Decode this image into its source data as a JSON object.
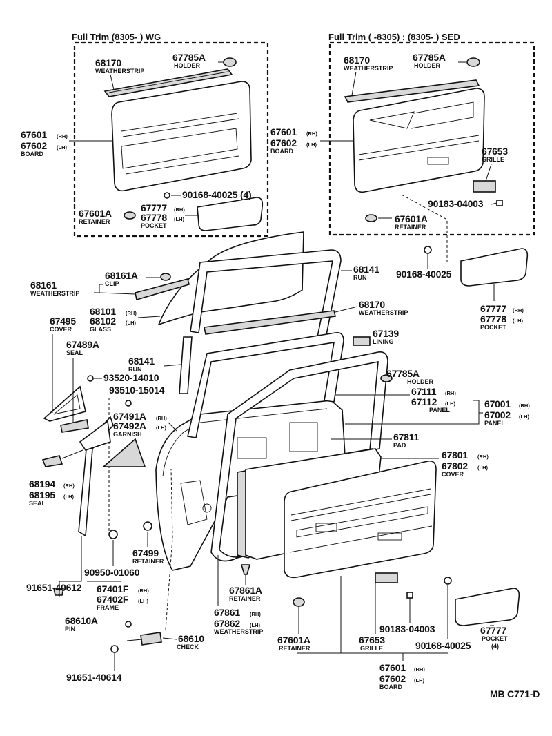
{
  "headers": {
    "wg": "Full Trim (8305-        ) WG",
    "sed": "Full Trim (        -8305) ; (8305-        ) SED"
  },
  "wg_box": {
    "weatherstrip": {
      "num": "68170",
      "name": "WEATHERSTRIP"
    },
    "holder": {
      "num": "67785A",
      "name": "HOLDER"
    },
    "board": {
      "num1": "67601",
      "sfx1": "(RH)",
      "num2": "67602",
      "sfx2": "(LH)",
      "name": "BOARD"
    },
    "screw": {
      "num": "90168-40025 (4)"
    },
    "retainer": {
      "num": "67601A",
      "name": "RETAINER"
    },
    "pocket": {
      "num1": "67777",
      "sfx1": "(RH)",
      "num2": "67778",
      "sfx2": "(LH)",
      "name": "POCKET"
    }
  },
  "sed_box": {
    "weatherstrip": {
      "num": "68170",
      "name": "WEATHERSTRIP"
    },
    "holder": {
      "num": "67785A",
      "name": "HOLDER"
    },
    "board": {
      "num1": "67601",
      "sfx1": "(RH)",
      "num2": "67602",
      "sfx2": "(LH)",
      "name": "BOARD"
    },
    "grille": {
      "num": "67653",
      "name": "GRILLE"
    },
    "clip": {
      "num": "90183-04003"
    },
    "retainer": {
      "num": "67601A",
      "name": "RETAINER"
    }
  },
  "main": {
    "screw_pocket": {
      "num": "90168-40025"
    },
    "pocket_right": {
      "num1": "67777",
      "sfx1": "(RH)",
      "num2": "67778",
      "sfx2": "(LH)",
      "name": "POCKET"
    },
    "clip": {
      "num": "68161A",
      "name": "CLIP"
    },
    "weatherstrip_outer": {
      "num": "68161",
      "name": "WEATHERSTRIP"
    },
    "run_top": {
      "num": "68141",
      "name": "RUN"
    },
    "glass": {
      "num1": "68101",
      "sfx1": "(RH)",
      "num2": "68102",
      "sfx2": "(LH)",
      "name": "GLASS"
    },
    "weatherstrip_inner": {
      "num": "68170",
      "name": "WEATHERSTRIP"
    },
    "cover_mirror": {
      "num": "67495",
      "name": "COVER"
    },
    "seal_mirror": {
      "num": "67489A",
      "name": "SEAL"
    },
    "lining": {
      "num": "67139",
      "name": "LINING"
    },
    "run_side": {
      "num": "68141",
      "name": "RUN"
    },
    "holder": {
      "num": "67785A",
      "name": "HOLDER"
    },
    "screw1": {
      "num": "93520-14010"
    },
    "screw2": {
      "num": "93510-15014"
    },
    "panel_inner": {
      "num1": "67111",
      "sfx1": "(RH)",
      "num2": "67112",
      "sfx2": "(LH)",
      "name": "PANEL"
    },
    "panel_outer": {
      "num1": "67001",
      "sfx1": "(RH)",
      "num2": "67002",
      "sfx2": "(LH)",
      "name": "PANEL"
    },
    "garnish": {
      "num1": "67491A",
      "sfx1": "(RH)",
      "num2": "67492A",
      "sfx2": "(LH)",
      "name": "GARNISH"
    },
    "pad": {
      "num": "67811",
      "name": "PAD"
    },
    "cover_door": {
      "num1": "67801",
      "sfx1": "(RH)",
      "num2": "67802",
      "sfx2": "(LH)",
      "name": "COVER"
    },
    "seal_corner": {
      "num1": "68194",
      "sfx1": "(RH)",
      "num2": "68195",
      "sfx2": "(LH)",
      "name": "SEAL"
    },
    "retainer_small": {
      "num": "67499",
      "name": "RETAINER"
    },
    "plug": {
      "num": "90950-01060"
    },
    "bolt1": {
      "num": "91651-40612"
    },
    "frame": {
      "num1": "67401F",
      "sfx1": "(RH)",
      "num2": "67402F",
      "sfx2": "(LH)",
      "name": "FRAME"
    },
    "retainer_ws": {
      "num": "67861A",
      "name": "RETAINER"
    },
    "weatherstrip_door": {
      "num1": "67861",
      "sfx1": "(RH)",
      "num2": "67862",
      "sfx2": "(LH)",
      "name": "WEATHERSTRIP"
    },
    "pin": {
      "num": "68610A",
      "name": "PIN"
    },
    "check": {
      "num": "68610",
      "name": "CHECK"
    },
    "bolt2": {
      "num": "91651-40614"
    },
    "retainer_board": {
      "num": "67601A",
      "name": "RETAINER"
    },
    "grille": {
      "num": "67653",
      "name": "GRILLE"
    },
    "clip_grille": {
      "num": "90183-04003"
    },
    "screw_bottom": {
      "num": "90168-40025"
    },
    "pocket_bottom": {
      "num": "67777",
      "name": "POCKET",
      "qty": "(4)"
    },
    "board": {
      "num1": "67601",
      "sfx1": "(RH)",
      "num2": "67602",
      "sfx2": "(LH)",
      "name": "BOARD"
    }
  },
  "code": "MB C771-D"
}
